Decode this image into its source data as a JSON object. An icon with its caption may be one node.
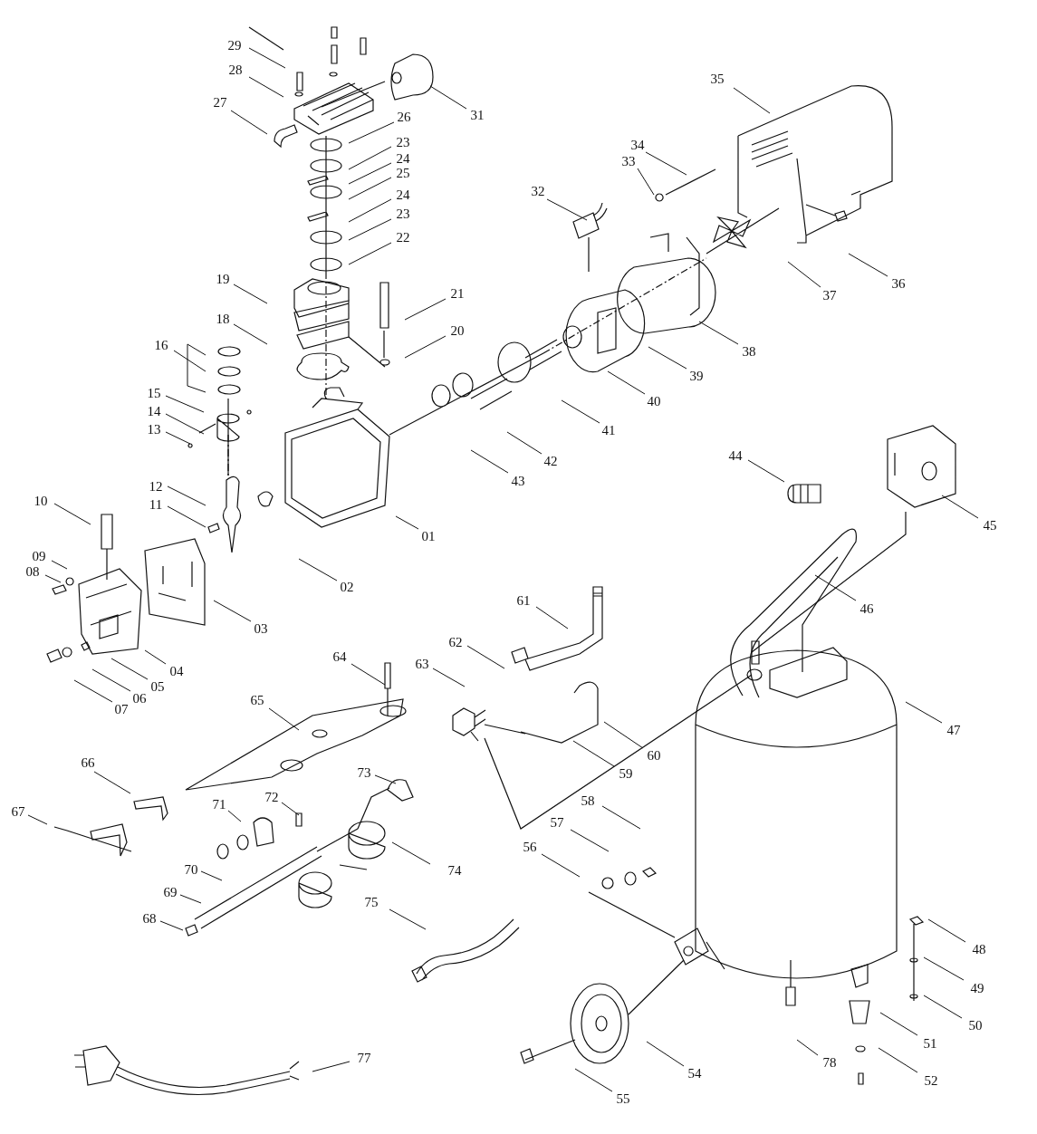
{
  "diagram": {
    "nodes": [
      {
        "text": [
          "29"
        ]
      },
      {
        "text": [
          "28"
        ]
      },
      {
        "text": [
          "27"
        ]
      },
      {
        "text": [
          "31"
        ]
      },
      {
        "text": [
          "26"
        ]
      },
      {
        "text": [
          "23"
        ]
      },
      {
        "text": [
          "24"
        ]
      },
      {
        "text": [
          "25"
        ]
      },
      {
        "text": [
          "24"
        ]
      },
      {
        "text": [
          "23"
        ]
      },
      {
        "text": [
          "22"
        ]
      },
      {
        "text": [
          "19"
        ]
      },
      {
        "text": [
          "21"
        ]
      },
      {
        "text": [
          "18"
        ]
      },
      {
        "text": [
          "20"
        ]
      },
      {
        "text": [
          "16"
        ]
      },
      {
        "text": [
          "15"
        ]
      },
      {
        "text": [
          "14"
        ]
      },
      {
        "text": [
          "13"
        ]
      },
      {
        "text": [
          "12"
        ]
      },
      {
        "text": [
          "11"
        ]
      },
      {
        "text": [
          "10"
        ]
      },
      {
        "text": [
          "09"
        ]
      },
      {
        "text": [
          "08"
        ]
      },
      {
        "text": [
          "01"
        ]
      },
      {
        "text": [
          "02"
        ]
      },
      {
        "text": [
          "03"
        ]
      },
      {
        "text": [
          "04"
        ]
      },
      {
        "text": [
          "05"
        ]
      },
      {
        "text": [
          "06"
        ]
      },
      {
        "text": [
          "07"
        ]
      },
      {
        "text": [
          "35"
        ]
      },
      {
        "text": [
          "34"
        ]
      },
      {
        "text": [
          "33"
        ]
      },
      {
        "text": [
          "32"
        ]
      },
      {
        "text": [
          "36"
        ]
      },
      {
        "text": [
          "37"
        ]
      },
      {
        "text": [
          "38"
        ]
      },
      {
        "text": [
          "39"
        ]
      },
      {
        "text": [
          "40"
        ]
      },
      {
        "text": [
          "41"
        ]
      },
      {
        "text": [
          "42"
        ]
      },
      {
        "text": [
          "43"
        ]
      },
      {
        "text": [
          "44"
        ]
      },
      {
        "text": [
          "45"
        ]
      },
      {
        "text": [
          "46"
        ]
      },
      {
        "text": [
          "61"
        ]
      },
      {
        "text": [
          "62"
        ]
      },
      {
        "text": [
          "63"
        ]
      },
      {
        "text": [
          "47"
        ]
      },
      {
        "text": [
          "60"
        ]
      },
      {
        "text": [
          "59"
        ]
      },
      {
        "text": [
          "64"
        ]
      },
      {
        "text": [
          "65"
        ]
      },
      {
        "text": [
          "66"
        ]
      },
      {
        "text": [
          "67"
        ]
      },
      {
        "text": [
          "73"
        ]
      },
      {
        "text": [
          "72"
        ]
      },
      {
        "text": [
          "71"
        ]
      },
      {
        "text": [
          "74"
        ]
      },
      {
        "text": [
          "70"
        ]
      },
      {
        "text": [
          "69"
        ]
      },
      {
        "text": [
          "68"
        ]
      },
      {
        "text": [
          "75"
        ]
      },
      {
        "text": [
          "58"
        ]
      },
      {
        "text": [
          "57"
        ]
      },
      {
        "text": [
          "56"
        ]
      },
      {
        "text": [
          "48"
        ]
      },
      {
        "text": [
          "49"
        ]
      },
      {
        "text": [
          "50"
        ]
      },
      {
        "text": [
          "51"
        ]
      },
      {
        "text": [
          "52"
        ]
      },
      {
        "text": [
          "78"
        ]
      },
      {
        "text": [
          "54"
        ]
      },
      {
        "text": [
          "55"
        ]
      },
      {
        "text": [
          "77"
        ]
      }
    ],
    "edges": [
      {
        "from": 0,
        "to": null,
        "arrow": "none"
      },
      {
        "from": 1,
        "to": null,
        "arrow": "none"
      },
      {
        "from": 2,
        "to": null,
        "arrow": "none"
      },
      {
        "from": 3,
        "to": null,
        "arrow": "none"
      },
      {
        "from": 4,
        "to": null,
        "arrow": "none"
      },
      {
        "from": 5,
        "to": null,
        "arrow": "none"
      },
      {
        "from": 6,
        "to": null,
        "arrow": "none"
      },
      {
        "from": 7,
        "to": null,
        "arrow": "none"
      },
      {
        "from": 8,
        "to": null,
        "arrow": "none"
      },
      {
        "from": 9,
        "to": null,
        "arrow": "none"
      },
      {
        "from": 10,
        "to": null,
        "arrow": "none"
      },
      {
        "from": 11,
        "to": null,
        "arrow": "none"
      },
      {
        "from": 12,
        "to": null,
        "arrow": "none"
      },
      {
        "from": 13,
        "to": null,
        "arrow": "none"
      },
      {
        "from": 14,
        "to": null,
        "arrow": "none"
      },
      {
        "from": 15,
        "to": null,
        "arrow": "none"
      },
      {
        "from": 15,
        "to": null,
        "arrow": "none"
      },
      {
        "from": 15,
        "to": null,
        "arrow": "none"
      },
      {
        "from": 16,
        "to": null,
        "arrow": "none"
      },
      {
        "from": 17,
        "to": null,
        "arrow": "none"
      },
      {
        "from": 18,
        "to": null,
        "arrow": "none"
      },
      {
        "from": 19,
        "to": null,
        "arrow": "none"
      },
      {
        "from": 20,
        "to": null,
        "arrow": "none"
      },
      {
        "from": 21,
        "to": null,
        "arrow": "none"
      },
      {
        "from": 22,
        "to": null,
        "arrow": "none"
      },
      {
        "from": 23,
        "to": null,
        "arrow": "none"
      },
      {
        "from": 24,
        "to": null,
        "arrow": "none"
      },
      {
        "from": 25,
        "to": null,
        "arrow": "none"
      },
      {
        "from": 26,
        "to": null,
        "arrow": "none"
      },
      {
        "from": 27,
        "to": null,
        "arrow": "none"
      },
      {
        "from": 28,
        "to": null,
        "arrow": "none"
      },
      {
        "from": 29,
        "to": null,
        "arrow": "none"
      },
      {
        "from": 30,
        "to": null,
        "arrow": "none"
      },
      {
        "from": 31,
        "to": null,
        "arrow": "none"
      },
      {
        "from": 32,
        "to": null,
        "arrow": "none"
      },
      {
        "from": 33,
        "to": null,
        "arrow": "none"
      },
      {
        "from": 34,
        "to": null,
        "arrow": "none"
      },
      {
        "from": 35,
        "to": null,
        "arrow": "none"
      },
      {
        "from": 36,
        "to": null,
        "arrow": "none"
      },
      {
        "from": 37,
        "to": null,
        "arrow": "none"
      },
      {
        "from": 38,
        "to": null,
        "arrow": "none"
      },
      {
        "from": 39,
        "to": null,
        "arrow": "none"
      },
      {
        "from": 40,
        "to": null,
        "arrow": "none"
      },
      {
        "from": 41,
        "to": null,
        "arrow": "none"
      },
      {
        "from": 42,
        "to": null,
        "arrow": "none"
      },
      {
        "from": 43,
        "to": null,
        "arrow": "none"
      },
      {
        "from": 44,
        "to": null,
        "arrow": "none"
      },
      {
        "from": 45,
        "to": null,
        "arrow": "none"
      },
      {
        "from": 46,
        "to": null,
        "arrow": "none"
      },
      {
        "from": 47,
        "to": null,
        "arrow": "none"
      },
      {
        "from": 48,
        "to": null,
        "arrow": "none"
      },
      {
        "from": 49,
        "to": null,
        "arrow": "none"
      },
      {
        "from": 50,
        "to": null,
        "arrow": "none"
      },
      {
        "from": 51,
        "to": null,
        "arrow": "none"
      },
      {
        "from": 52,
        "to": null,
        "arrow": "none"
      },
      {
        "from": 53,
        "to": null,
        "arrow": "none"
      },
      {
        "from": 54,
        "to": null,
        "arrow": "none"
      },
      {
        "from": 55,
        "to": null,
        "arrow": "none"
      },
      {
        "from": 56,
        "to": null,
        "arrow": "none"
      },
      {
        "from": 57,
        "to": null,
        "arrow": "none"
      },
      {
        "from": 58,
        "to": null,
        "arrow": "none"
      },
      {
        "from": 59,
        "to": null,
        "arrow": "none"
      },
      {
        "from": 60,
        "to": null,
        "arrow": "none"
      },
      {
        "from": 61,
        "to": null,
        "arrow": "none"
      },
      {
        "from": 62,
        "to": null,
        "arrow": "none"
      },
      {
        "from": 63,
        "to": null,
        "arrow": "none"
      },
      {
        "from": 64,
        "to": null,
        "arrow": "none"
      },
      {
        "from": 65,
        "to": null,
        "arrow": "none"
      },
      {
        "from": 66,
        "to": null,
        "arrow": "none"
      },
      {
        "from": 67,
        "to": null,
        "arrow": "none"
      },
      {
        "from": 68,
        "to": null,
        "arrow": "none"
      },
      {
        "from": 69,
        "to": null,
        "arrow": "none"
      },
      {
        "from": 70,
        "to": null,
        "arrow": "none"
      },
      {
        "from": 71,
        "to": null,
        "arrow": "none"
      },
      {
        "from": 72,
        "to": null,
        "arrow": "none"
      },
      {
        "from": 73,
        "to": null,
        "arrow": "none"
      },
      {
        "from": 74,
        "to": null,
        "arrow": "none"
      },
      {
        "from": 75,
        "to": null,
        "arrow": "none"
      }
    ]
  }
}
